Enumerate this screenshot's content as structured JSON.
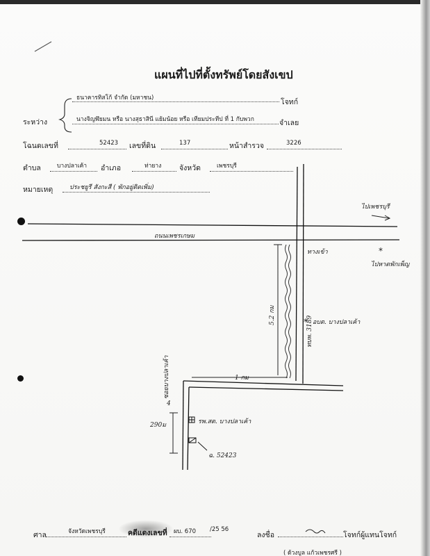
{
  "document": {
    "title": "แผนที่ไปที่ตั้งทรัพย์โดยสังเขป",
    "between_label": "ระหว่าง",
    "plaintiff": "ธนาคารทิสโก้ จำกัด (มหาชน)",
    "plaintiff_role": "โจทก์",
    "defendant": "นางจิญฬัยมน หรือ นางสุธาสินี  แย้มน้อย หรือ เทียมประทีป ที่ 1 กับพวก",
    "defendant_role": "จำเลย",
    "deed_label": "โฉนดเลขที่",
    "deed_no": "52423",
    "land_no_label": "เลขที่ดิน",
    "land_no": "137",
    "survey_label": "หน้าสำรวจ",
    "survey_no": "3226",
    "subdistrict_label": "ตำบล",
    "subdistrict": "บางปลาเค้า",
    "district_label": "อำเภอ",
    "district": "ท่ายาง",
    "province_label": "จังหวัด",
    "province": "เพชรบุรี",
    "remark_label": "หมายเหตุ",
    "remark": "ประชยูรี สังกะสี ( พักอยู่ติดเพิ่ม)"
  },
  "map": {
    "note_top_right": "ไปเพชรบุรี",
    "main_road": "ถนนเพชรเกษม",
    "road_right": "ทางเข้า",
    "star_note": "ไปหาดพักเพ็ญ",
    "road_code": "ทบพ. 3189",
    "landmark_right": "อบต. บางปลาเค้า",
    "dist_vertical": "5.2 กม",
    "dist_horizontal": "1 กม",
    "side_road": "ซอยบางปลาเค้า",
    "left_width": "290ม",
    "landmark_school": "รพ.สต. บางปลาเค้า",
    "plot_label": "ฉ. 52423",
    "mark_4": "4"
  },
  "footer": {
    "court_label": "ศาล",
    "court": "จังหวัดเพชรบุรี",
    "case_label": "คดีแดงเลขที่",
    "case_no": "ผบ.  670",
    "case_year": "/25 56",
    "sign_label": "ลงชื่อ",
    "signature": "อา",
    "sign_role": "โจทก์ผู้แทนโจทก์",
    "printed_name": "( ด้วงบูล แก้วเพชรศรี )"
  }
}
